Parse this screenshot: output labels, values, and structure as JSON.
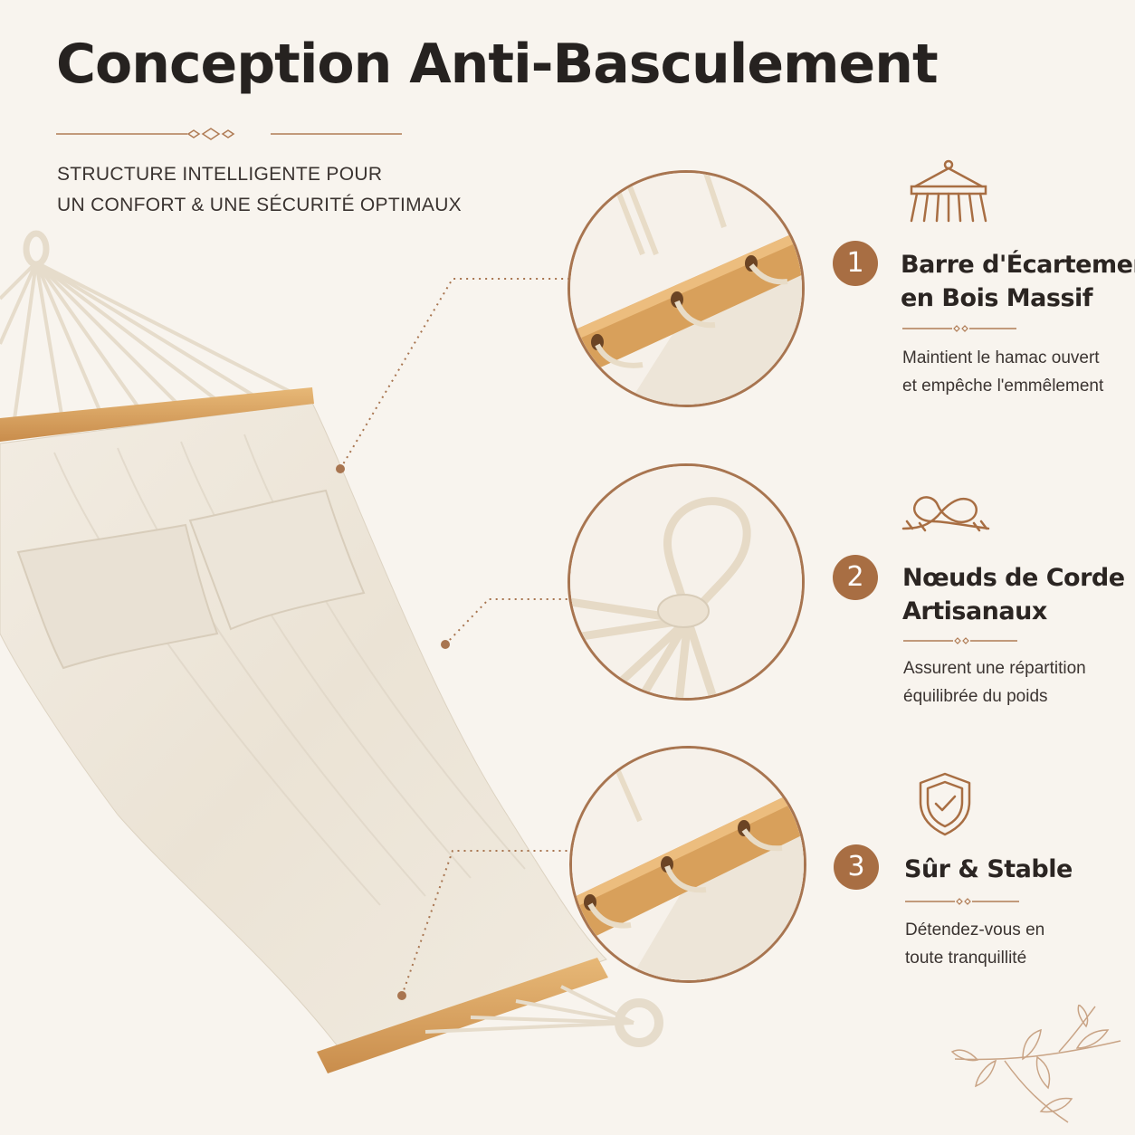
{
  "header": {
    "title": "Conception Anti-Basculement",
    "subtitle_line1": "STRUCTURE INTELLIGENTE POUR",
    "subtitle_line2": "UN CONFORT & UNE SÉCURITÉ OPTIMAUX"
  },
  "features": [
    {
      "number": "1",
      "icon": "spreader-bar-icon",
      "title_line1": "Barre d'Écartement",
      "title_line2": "en Bois Massif",
      "desc_line1": "Maintient le hamac ouvert",
      "desc_line2": "et empêche l'emmêlement"
    },
    {
      "number": "2",
      "icon": "rope-knot-icon",
      "title_line1": "Nœuds de Corde",
      "title_line2": "Artisanaux",
      "desc_line1": "Assurent une répartition",
      "desc_line2": "équilibrée du poids"
    },
    {
      "number": "3",
      "icon": "shield-check-icon",
      "title_line1": "Sûr & Stable",
      "title_line2": "",
      "desc_line1": "Détendez-vous en",
      "desc_line2": "toute tranquillité"
    }
  ],
  "colors": {
    "background": "#f8f4ee",
    "accent": "#a86e43",
    "wood": "#d9a25e",
    "fabric": "#efe8dc"
  }
}
